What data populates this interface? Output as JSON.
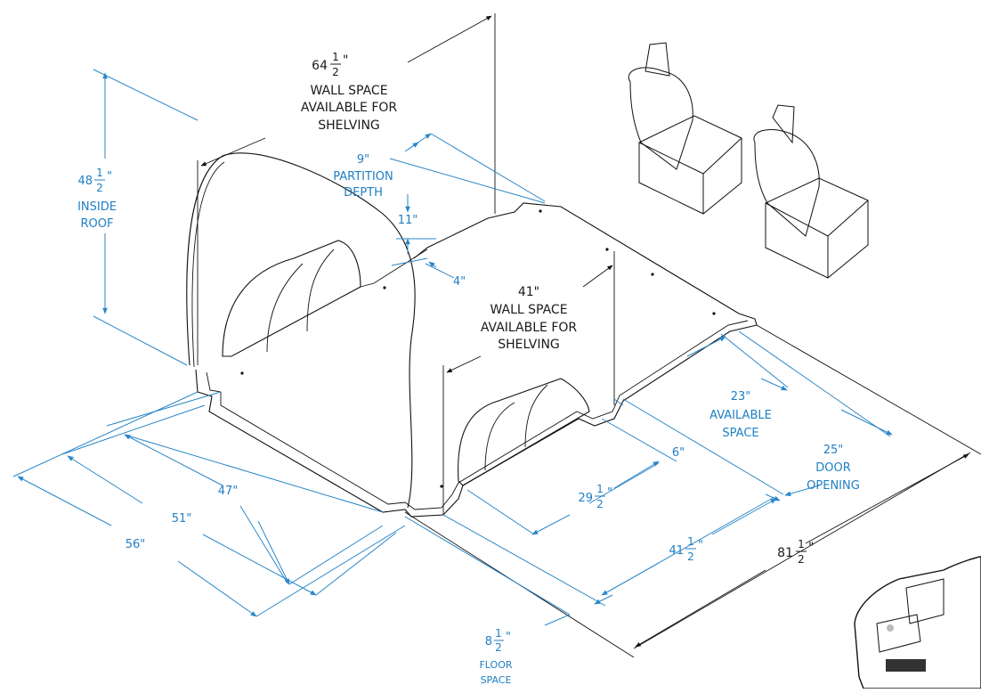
{
  "dims": {
    "wall_top": {
      "whole": "64",
      "num": "1",
      "den": "2",
      "unit": "\"",
      "lines": [
        "WALL SPACE",
        "AVAILABLE FOR",
        "SHELVING"
      ]
    },
    "inside_roof": {
      "whole": "48",
      "num": "1",
      "den": "2",
      "unit": "\"",
      "lines": [
        "INSIDE",
        "ROOF"
      ]
    },
    "partition": {
      "value": "9\"",
      "lines": [
        "PARTITION",
        "DEPTH"
      ]
    },
    "d11": "11\"",
    "d4": "4\"",
    "wall_mid": {
      "value": "41\"",
      "lines": [
        "WALL SPACE",
        "AVAILABLE FOR",
        "SHELVING"
      ]
    },
    "available": {
      "value": "23\"",
      "lines": [
        "AVAILABLE",
        "SPACE"
      ]
    },
    "door": {
      "value": "25\"",
      "lines": [
        "DOOR",
        "OPENING"
      ]
    },
    "d6": "6\"",
    "d29": {
      "whole": "29",
      "num": "1",
      "den": "2",
      "unit": "\""
    },
    "d41": {
      "whole": "41",
      "num": "1",
      "den": "2",
      "unit": "\""
    },
    "d81": {
      "whole": "81",
      "num": "1",
      "den": "2",
      "unit": "\""
    },
    "floor": {
      "whole": "8",
      "num": "1",
      "den": "2",
      "unit": "\"",
      "lines": [
        "FLOOR",
        "SPACE"
      ]
    },
    "d47": "47\"",
    "d51": "51\"",
    "d56": "56\""
  },
  "colors": {
    "dimension_blue": "#1f7fc4",
    "line_black": "#111111"
  }
}
